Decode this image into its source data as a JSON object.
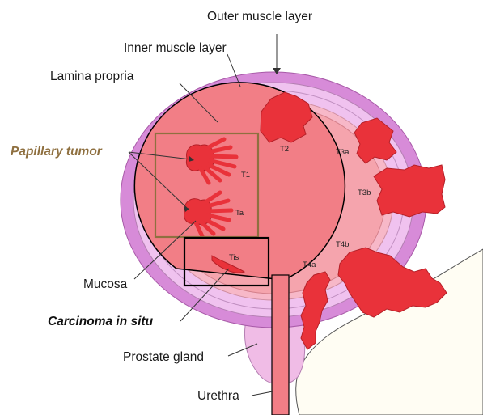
{
  "labels": {
    "outer_muscle": "Outer muscle layer",
    "inner_muscle": "Inner muscle layer",
    "lamina_propria": "Lamina propria",
    "papillary_tumor": "Papillary tumor",
    "mucosa": "Mucosa",
    "carcinoma_in_situ": "Carcinoma in situ",
    "prostate_gland": "Prostate gland",
    "urethra": "Urethra"
  },
  "stages": {
    "t1": "T1",
    "ta": "Ta",
    "tis": "Tis",
    "t2": "T2",
    "t3a": "T3a",
    "t3b": "T3b",
    "t4a": "T4a",
    "t4b": "T4b"
  },
  "colors": {
    "outer_muscle": "#d78bd8",
    "inner_muscle": "#f0c2ef",
    "lamina_propria": "#f7b8c8",
    "bladder_lumen": "#f27e86",
    "tumor": "#e9323a",
    "papillary_box": "#8f7040",
    "cis_box": "#000000",
    "papillary_label": "#8f7040",
    "prostate": "#f0bce6",
    "pelvic_bone": "#fffdf3"
  }
}
